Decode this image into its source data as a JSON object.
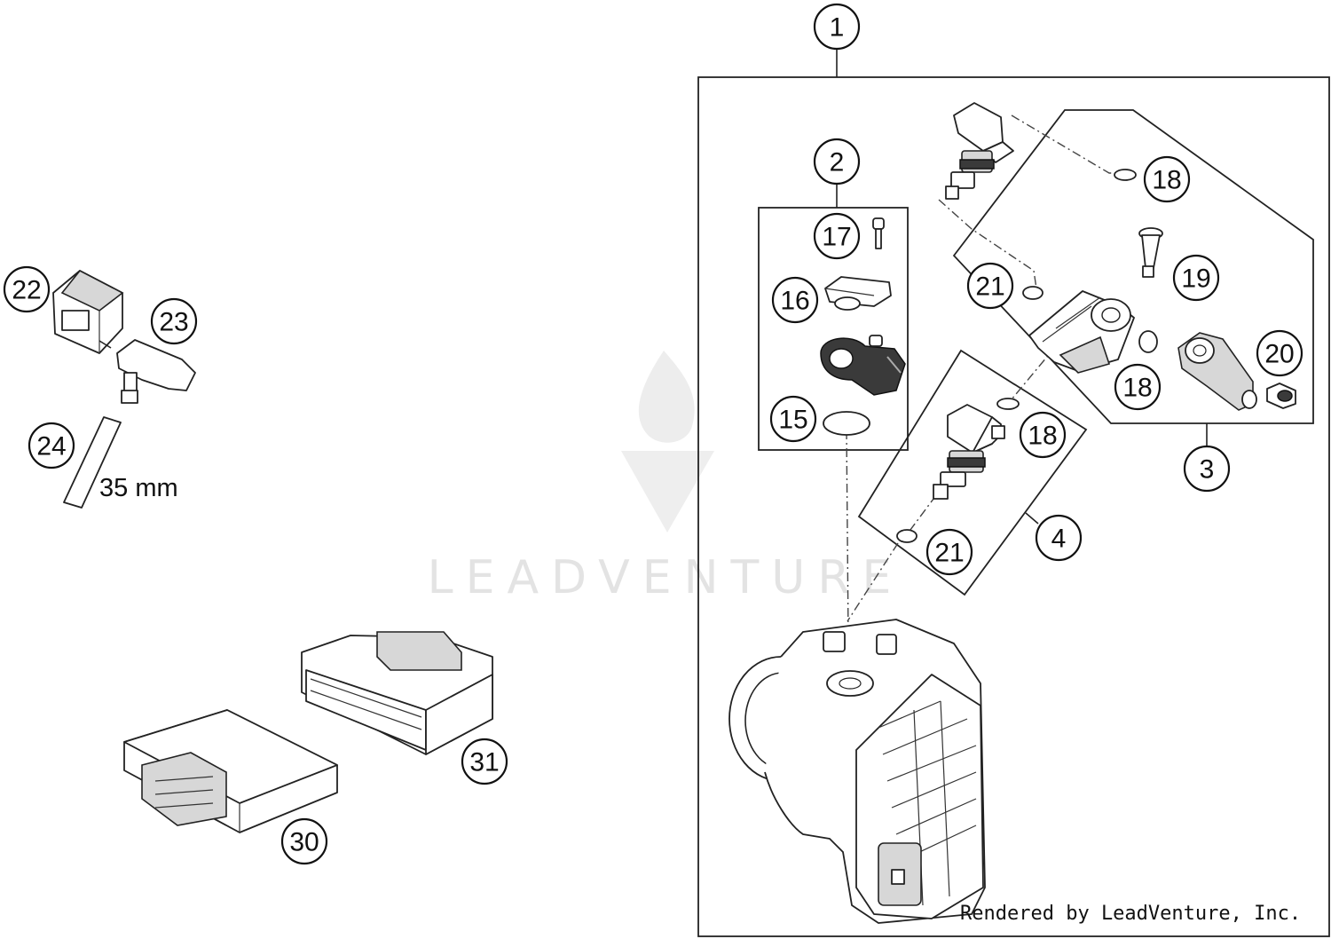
{
  "watermark": {
    "brand": "LEADVENTURE"
  },
  "credit": "Rendered by LeadVenture, Inc.",
  "dimension_label": "35 mm",
  "callouts": [
    {
      "id": "c1",
      "label": "1"
    },
    {
      "id": "c2",
      "label": "2"
    },
    {
      "id": "c3",
      "label": "3"
    },
    {
      "id": "c4",
      "label": "4"
    },
    {
      "id": "c15",
      "label": "15"
    },
    {
      "id": "c16",
      "label": "16"
    },
    {
      "id": "c17",
      "label": "17"
    },
    {
      "id": "c18a",
      "label": "18"
    },
    {
      "id": "c18b",
      "label": "18"
    },
    {
      "id": "c18c",
      "label": "18"
    },
    {
      "id": "c19",
      "label": "19"
    },
    {
      "id": "c20",
      "label": "20"
    },
    {
      "id": "c21a",
      "label": "21"
    },
    {
      "id": "c21b",
      "label": "21"
    },
    {
      "id": "c22",
      "label": "22"
    },
    {
      "id": "c23",
      "label": "23"
    },
    {
      "id": "c24",
      "label": "24"
    },
    {
      "id": "c30",
      "label": "30"
    },
    {
      "id": "c31",
      "label": "31"
    }
  ]
}
